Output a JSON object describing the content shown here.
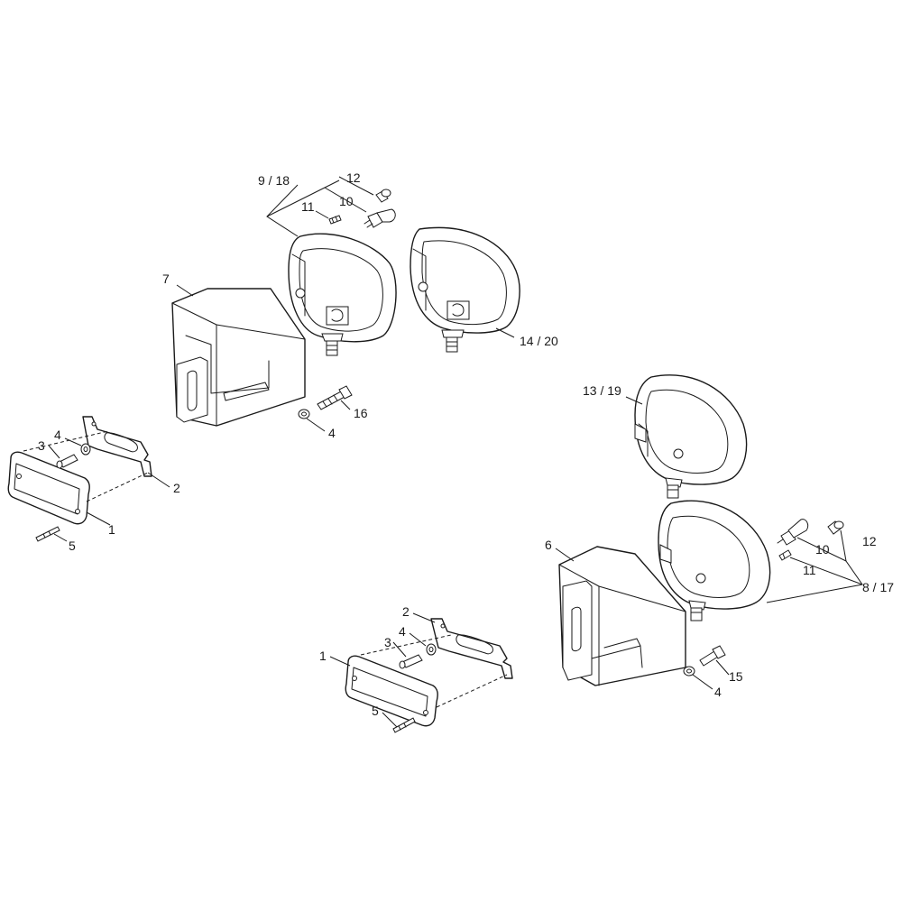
{
  "callouts": {
    "c1_left": "1",
    "c2_left": "2",
    "c3_left": "3",
    "c4_left": "4",
    "c5_left": "5",
    "c1_mid": "1",
    "c2_mid": "2",
    "c3_mid": "3",
    "c4_mid": "4",
    "c5_mid": "5",
    "c7": "7",
    "c6": "6",
    "c16": "16",
    "c4_bracket7": "4",
    "c15": "15",
    "c4_bracket6": "4",
    "c9_18": "9 / 18",
    "c12_top": "12",
    "c10_top": "10",
    "c11_top": "11",
    "c14_20": "14 / 20",
    "c13_19": "13 / 19",
    "c12_right": "12",
    "c10_right": "10",
    "c11_right": "11",
    "c8_17": "8 / 17"
  }
}
